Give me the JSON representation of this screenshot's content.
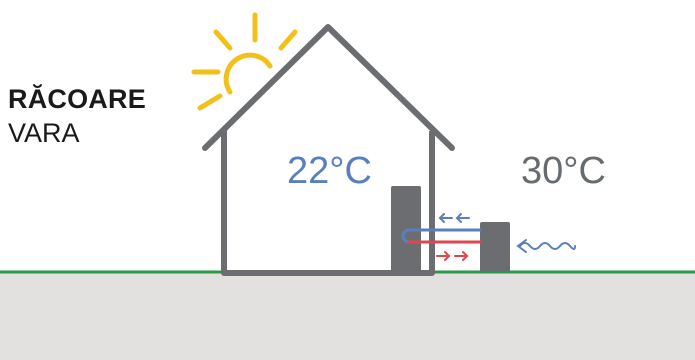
{
  "labels": {
    "mode_title": "RĂCOARE",
    "season": "VARA",
    "indoor_temperature": "22°C",
    "outdoor_temperature": "30°C"
  },
  "colors": {
    "sun": "#f2c018",
    "house_outline": "#6b6d70",
    "indoor_text": "#5a7fbd",
    "outdoor_text": "#666b70",
    "cold_flow": "#5a7fbd",
    "hot_flow": "#e0464f",
    "ground_line": "#2a9a4a",
    "ground": "#e2e1e0"
  },
  "icons": {
    "sun": "sun-icon",
    "house": "house-outline",
    "indoor_unit": "indoor-unit",
    "outdoor_unit": "outdoor-unit",
    "airflow": "wavy-arrow-icon"
  }
}
